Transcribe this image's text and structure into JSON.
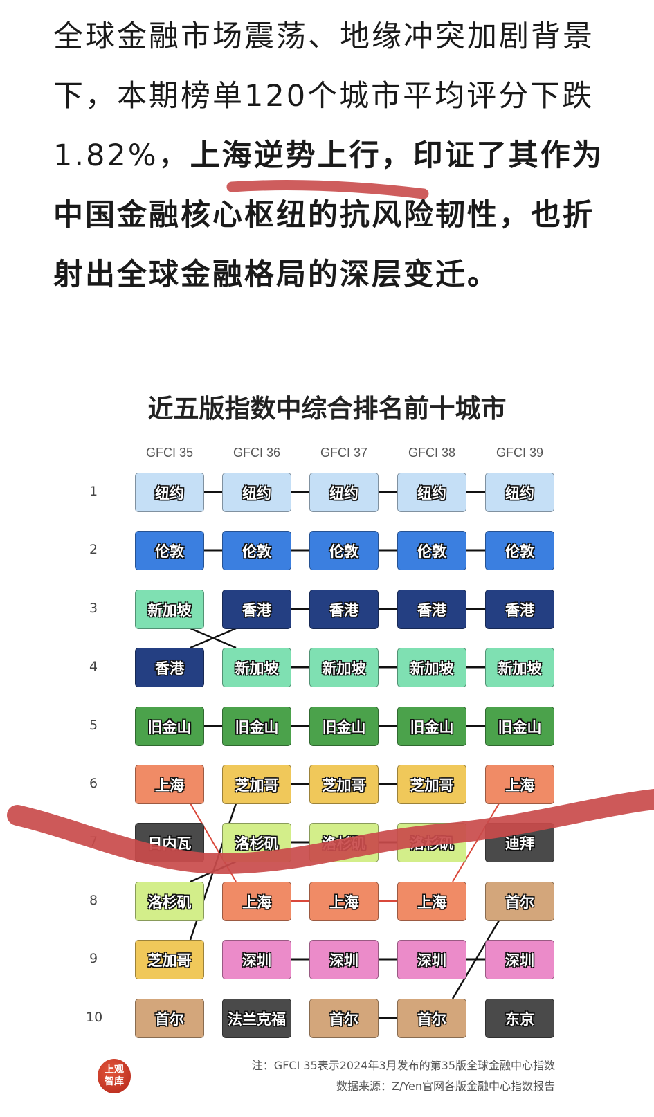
{
  "article": {
    "text_normal": "全球金融市场震荡、地缘冲突加剧背景下，本期榜单120个城市平均评分下跌1.82%，",
    "text_bold": "上海逆势上行，印证了其作为中国金融核心枢纽的抗风险韧性，也折射出全球金融格局的深层变迁。"
  },
  "chart": {
    "title": "近五版指数中综合排名前十城市",
    "columns": [
      "GFCI 35",
      "GFCI 36",
      "GFCI 37",
      "GFCI 38",
      "GFCI 39"
    ],
    "ranks": [
      "1",
      "2",
      "3",
      "4",
      "5",
      "6",
      "7",
      "8",
      "9",
      "10"
    ],
    "rankings": [
      [
        "纽约",
        "伦敦",
        "新加坡",
        "香港",
        "旧金山",
        "上海",
        "日内瓦",
        "洛杉矶",
        "芝加哥",
        "首尔"
      ],
      [
        "纽约",
        "伦敦",
        "香港",
        "新加坡",
        "旧金山",
        "芝加哥",
        "洛杉矶",
        "上海",
        "深圳",
        "法兰克福"
      ],
      [
        "纽约",
        "伦敦",
        "香港",
        "新加坡",
        "旧金山",
        "芝加哥",
        "洛杉矶",
        "上海",
        "深圳",
        "首尔"
      ],
      [
        "纽约",
        "伦敦",
        "香港",
        "新加坡",
        "旧金山",
        "芝加哥",
        "洛杉矶",
        "上海",
        "深圳",
        "首尔"
      ],
      [
        "纽约",
        "伦敦",
        "香港",
        "新加坡",
        "旧金山",
        "上海",
        "迪拜",
        "首尔",
        "深圳",
        "东京"
      ]
    ],
    "city_colors": {
      "纽约": "#c5dff6",
      "伦敦": "#3b7fe0",
      "新加坡": "#7fe0b2",
      "香港": "#243f82",
      "旧金山": "#4ba24b",
      "上海": "#f08b66",
      "芝加哥": "#f0c85a",
      "洛杉矶": "#d3ee8a",
      "日内瓦": "#4a4a4a",
      "深圳": "#eb8bc9",
      "首尔": "#d3a67b",
      "法兰克福": "#4a4a4a",
      "迪拜": "#4a4a4a",
      "东京": "#4a4a4a"
    },
    "highlight_city": "上海",
    "highlight_line_color": "#d9483b",
    "line_color": "#111111",
    "note": "注：GFCI 35表示2024年3月发布的第35版全球金融中心指数",
    "source": "数据来源：Z/Yen官网各版金融中心指数报告"
  },
  "logo": {
    "text": "上观智库",
    "color": "#c8321f"
  },
  "annotation_color": "#c94b4b"
}
